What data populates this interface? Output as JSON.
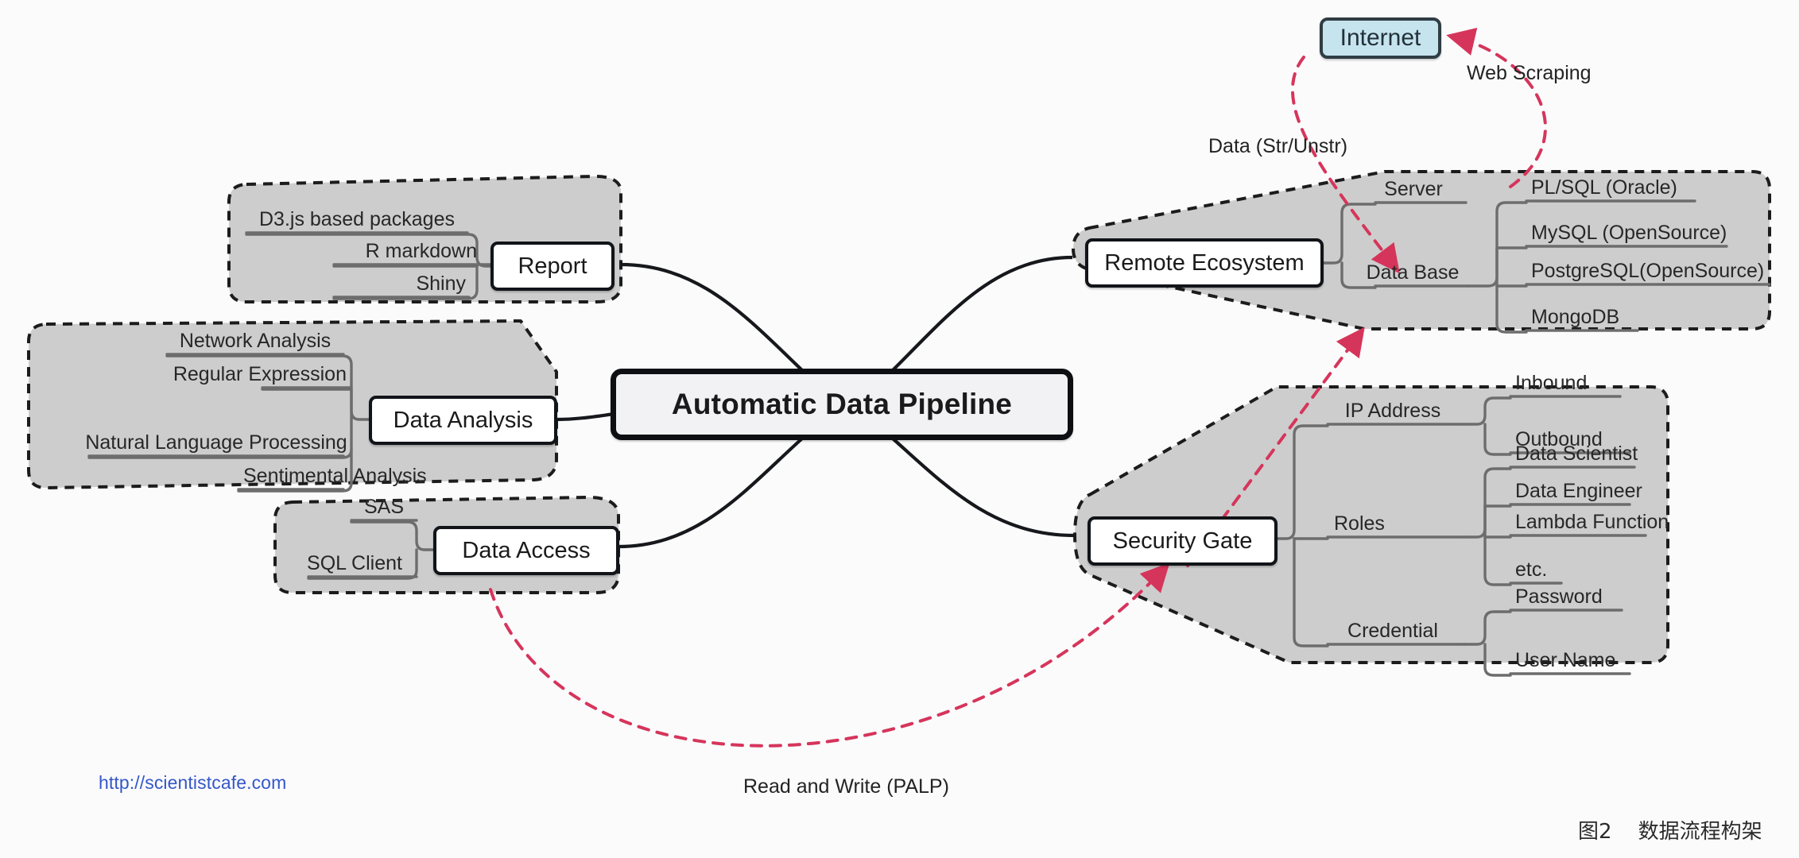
{
  "diagram": {
    "title": "Automatic Data Pipeline",
    "caption_figure": "图2    数据流程构架",
    "source_url": "http://scientistcafe.com",
    "colors": {
      "background": "#fbfbfc",
      "cluster_fill": "#cdcdcd",
      "cluster_stroke": "#1c1c1c",
      "node_border": "#111418",
      "center_node_fill": "#f2f2f4",
      "internet_fill": "#c6e4ee",
      "internet_stroke": "#2f3d44",
      "dashed_arrow": "#d6355b",
      "connector": "#6d6d6d",
      "link_url": "#3457c9"
    },
    "center_node": {
      "label": "Automatic Data Pipeline"
    },
    "branches": [
      {
        "id": "report",
        "label": "Report",
        "side": "left",
        "children": [
          {
            "label": "D3.js based packages"
          },
          {
            "label": "R markdown"
          },
          {
            "label": "Shiny"
          }
        ]
      },
      {
        "id": "data-analysis",
        "label": "Data Analysis",
        "side": "left",
        "children": [
          {
            "label": "Network Analysis"
          },
          {
            "label": "Regular Expression"
          },
          {
            "label": "Natural Language Processing"
          },
          {
            "label": "Sentimental Analysis"
          }
        ]
      },
      {
        "id": "data-access",
        "label": "Data Access",
        "side": "left",
        "children": [
          {
            "label": "SAS"
          },
          {
            "label": "SQL Client"
          }
        ]
      },
      {
        "id": "remote-ecosystem",
        "label": "Remote Ecosystem",
        "side": "right",
        "children": [
          {
            "label": "Server"
          },
          {
            "label": "Data Base",
            "children": [
              {
                "label": "PL/SQL (Oracle)"
              },
              {
                "label": "MySQL (OpenSource)"
              },
              {
                "label": "PostgreSQL(OpenSource)"
              },
              {
                "label": "MongoDB"
              }
            ]
          }
        ]
      },
      {
        "id": "security-gate",
        "label": "Security Gate",
        "side": "right",
        "children": [
          {
            "label": "IP Address",
            "children": [
              {
                "label": "Inbound"
              },
              {
                "label": "Outbound"
              }
            ]
          },
          {
            "label": "Roles",
            "children": [
              {
                "label": "Data Scientist"
              },
              {
                "label": "Data Engineer"
              },
              {
                "label": "Lambda Function"
              },
              {
                "label": "etc."
              }
            ]
          },
          {
            "label": "Credential",
            "children": [
              {
                "label": "Password"
              },
              {
                "label": "User Name"
              }
            ]
          }
        ]
      }
    ],
    "external_nodes": [
      {
        "id": "internet",
        "label": "Internet"
      }
    ],
    "edge_labels": [
      {
        "id": "web-scraping",
        "label": "Web Scraping"
      },
      {
        "id": "data-str-unstr",
        "label": "Data (Str/Unstr)"
      },
      {
        "id": "read-write-palp",
        "label": "Read and Write (PALP)"
      }
    ]
  }
}
